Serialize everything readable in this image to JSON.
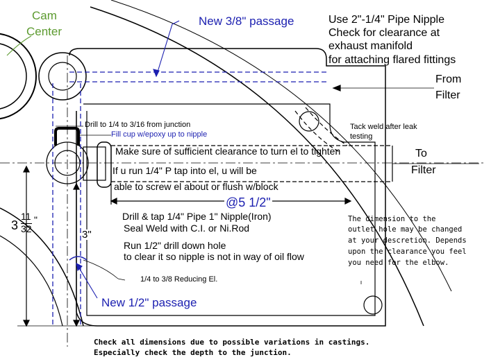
{
  "labels": {
    "cam_center_1": "Cam",
    "cam_center_2": "Center",
    "new_38_passage": "New 3/8\" passage",
    "pipe_nipple_1": "Use 2\"-1/4\" Pipe Nipple",
    "pipe_nipple_2": "Check for clearance at",
    "pipe_nipple_3": "exhaust manifold",
    "pipe_nipple_4": "for attaching flared fittings",
    "from_filter_1": "From",
    "from_filter_2": "Filter",
    "drill_junction": "Drill to 1/4 to 3/16 from junction",
    "fill_cup": "Fill cup w/epoxy up to nipple",
    "tack_weld_1": "Tack weld after leak",
    "tack_weld_2": "testing",
    "clearance_1": "Make sure of sufficient clearance to turn el to tighten",
    "clearance_2": "If u run 1/4\" P tap into el, u will be",
    "clearance_3": "able to screw el about or flush w/block",
    "to_filter_1": "To",
    "to_filter_2": "Filter",
    "dim_5_half": "@5 1/2\"",
    "drill_tap_1": "Drill & tap 1/4\" Pipe  1\" Nipple(Iron)",
    "drill_tap_2": "Seal Weld with C.I. or Ni.Rod",
    "run_drill_1": "Run 1/2\" drill down hole",
    "run_drill_2": "to clear it so nipple is not in way of oil flow",
    "reducing_el": "1/4 to 3/8 Reducing El.",
    "new_half_passage": "New 1/2\" passage",
    "dim_3_whole": "3",
    "dim_3_num": "11",
    "dim_3_den": "32",
    "dim_3_inch": "\"",
    "dim_3in": "3\"",
    "outlet_note_1": "The dimension to the",
    "outlet_note_2": "outlet hole may be changed",
    "outlet_note_3": "at your descretion. Depends",
    "outlet_note_4": "upon the clearance you feel",
    "outlet_note_5": "you need for the elbow.",
    "check_note_1": "Check all dimensions due to possible variations in castings.",
    "check_note_2": "Especially check the depth to the junction."
  },
  "colors": {
    "line": "#000000",
    "passage": "#1b1fb0",
    "cam_label": "#5c9a2f"
  }
}
